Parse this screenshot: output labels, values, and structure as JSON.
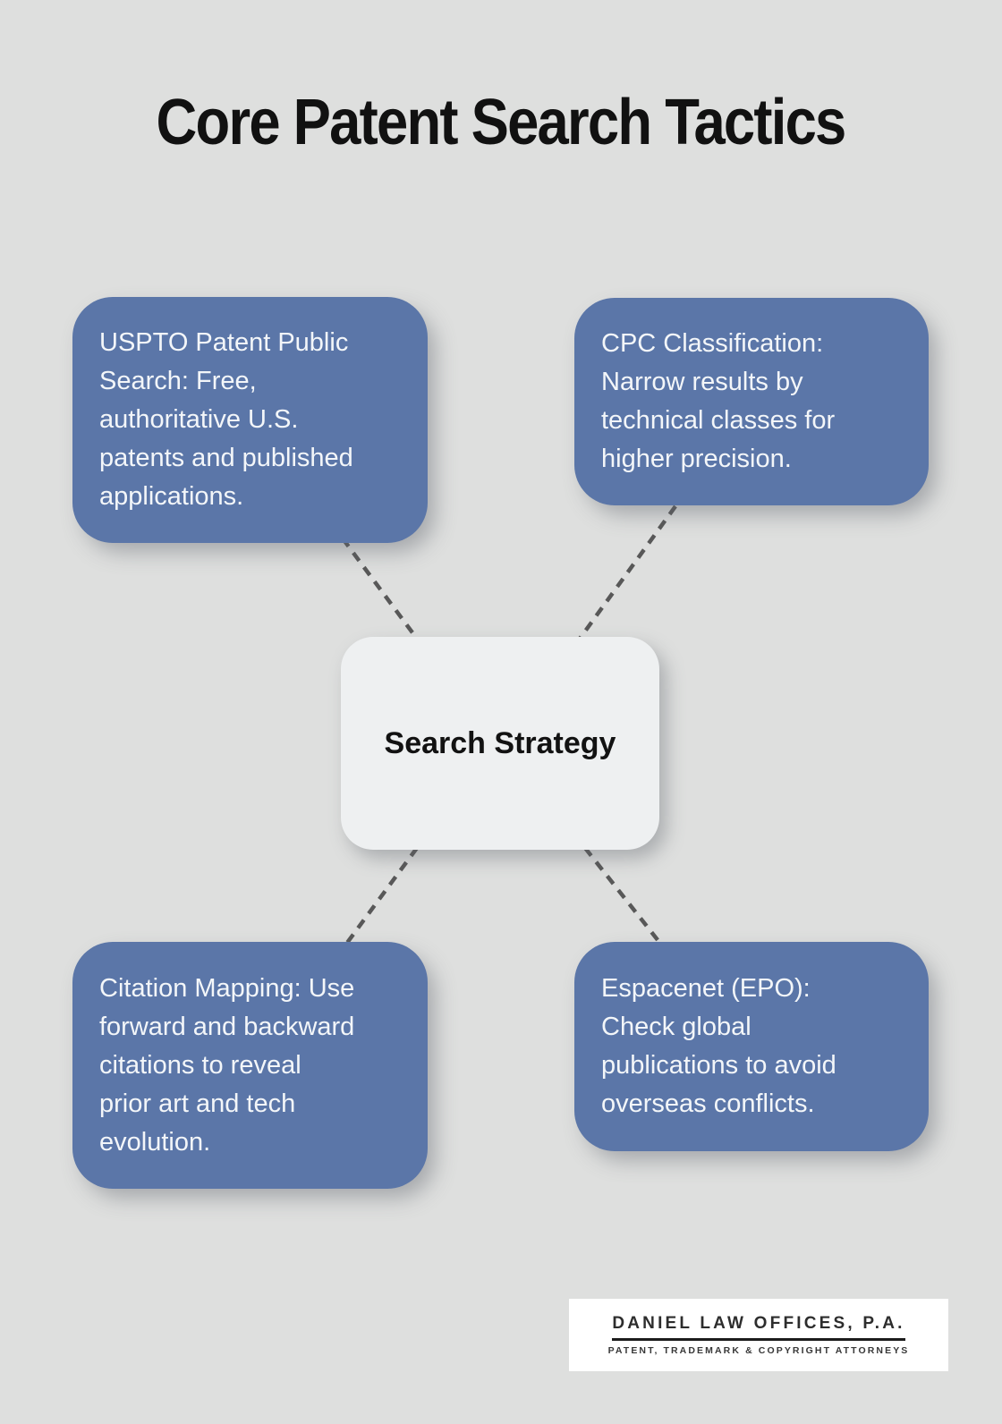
{
  "title": "Core Patent Search Tactics",
  "center": {
    "label": "Search Strategy"
  },
  "nodes": [
    {
      "id": "uspto",
      "text": "USPTO Patent Public\nSearch: Free,\nauthoritative U.S.\npatents and published\napplications."
    },
    {
      "id": "cpc",
      "text": "CPC Classification:\nNarrow results by\ntechnical classes for\nhigher precision."
    },
    {
      "id": "citation-mapping",
      "text": "Citation Mapping: Use\nforward and backward\ncitations to reveal\nprior art and tech\nevolution."
    },
    {
      "id": "espacenet",
      "text": "Espacenet (EPO):\nCheck global\npublications to avoid\noverseas conflicts."
    }
  ],
  "footer_logo": {
    "name": "DANIEL LAW OFFICES, P.A.",
    "tagline": "PATENT, TRADEMARK & COPYRIGHT ATTORNEYS"
  },
  "colors": {
    "background": "#dedfde",
    "node_fill": "#5b76a8",
    "node_text": "#f3f6f9",
    "center_fill": "#eef0f1",
    "connector": "#585858",
    "title_text": "#111111",
    "logo_text": "#2d2d2d"
  }
}
